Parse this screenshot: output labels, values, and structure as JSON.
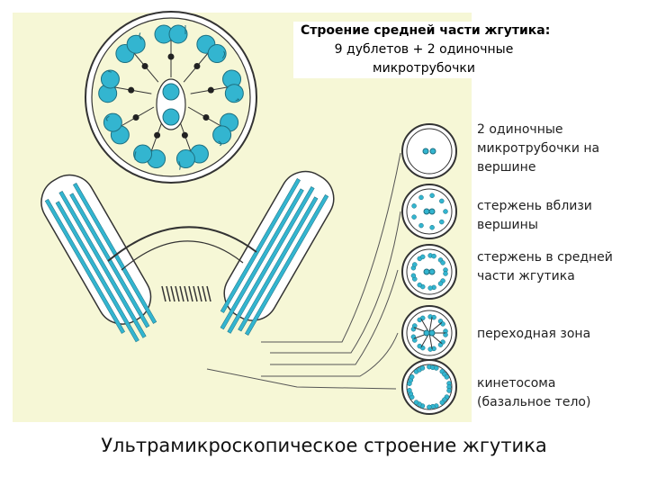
{
  "header": {
    "title": "Строение средней части жгутика:",
    "line2": "9 дублетов + 2 одиночные",
    "line3": "микротрубочки"
  },
  "labels": [
    {
      "line1": "2 одиночные",
      "line2": "микротрубочки на",
      "line3": "вершине"
    },
    {
      "line1": "стержень вблизи",
      "line2": "вершины",
      "line3": ""
    },
    {
      "line1": "стержень в средней",
      "line2": "части жгутика",
      "line3": ""
    },
    {
      "line1": "переходная зона",
      "line2": "",
      "line3": ""
    },
    {
      "line1": "кинетосома",
      "line2": "(базальное тело)",
      "line3": ""
    }
  ],
  "caption": "Ультрамикроскопическое строение жгутика",
  "colors": {
    "panel": "#f6f7d6",
    "tubule": "#33b5d0",
    "outline": "#333333"
  }
}
